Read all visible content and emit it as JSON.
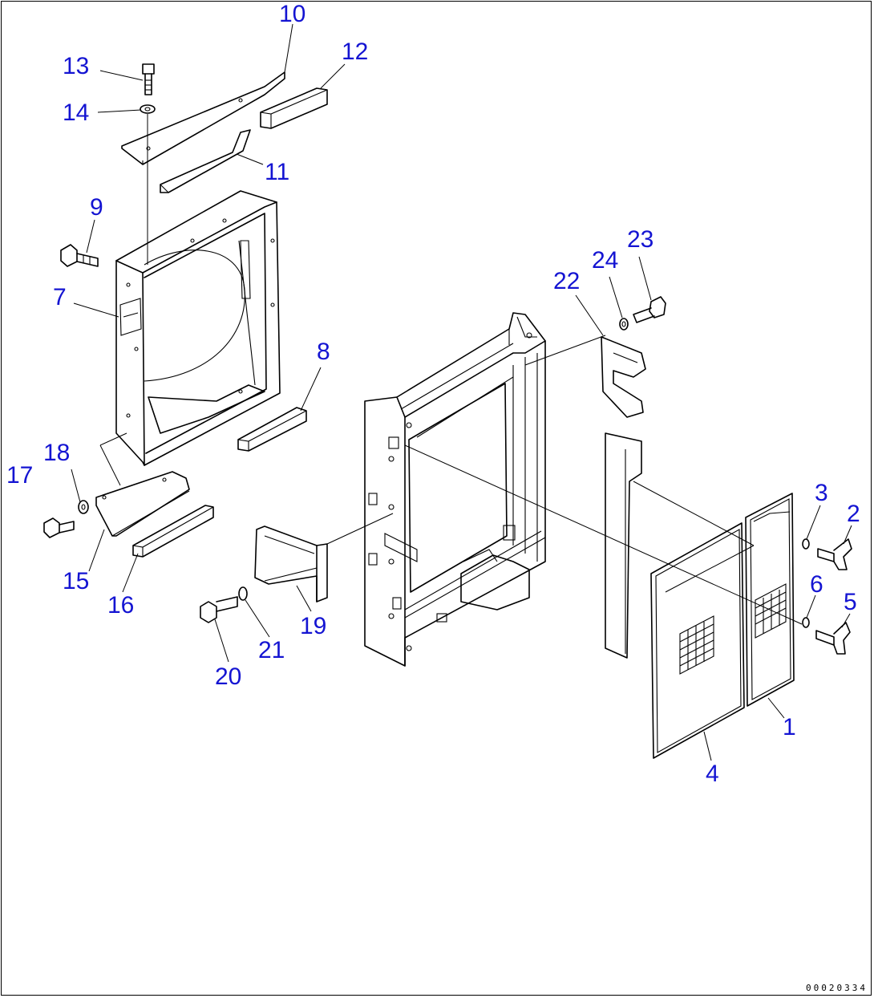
{
  "drawing_number": "00020334",
  "callouts": [
    "1",
    "2",
    "3",
    "4",
    "5",
    "6",
    "7",
    "8",
    "9",
    "10",
    "11",
    "12",
    "13",
    "14",
    "15",
    "16",
    "17",
    "18",
    "19",
    "20",
    "21",
    "22",
    "23",
    "24"
  ],
  "colors": {
    "callout": "#1414d2",
    "line": "#000000",
    "background": "#ffffff"
  }
}
